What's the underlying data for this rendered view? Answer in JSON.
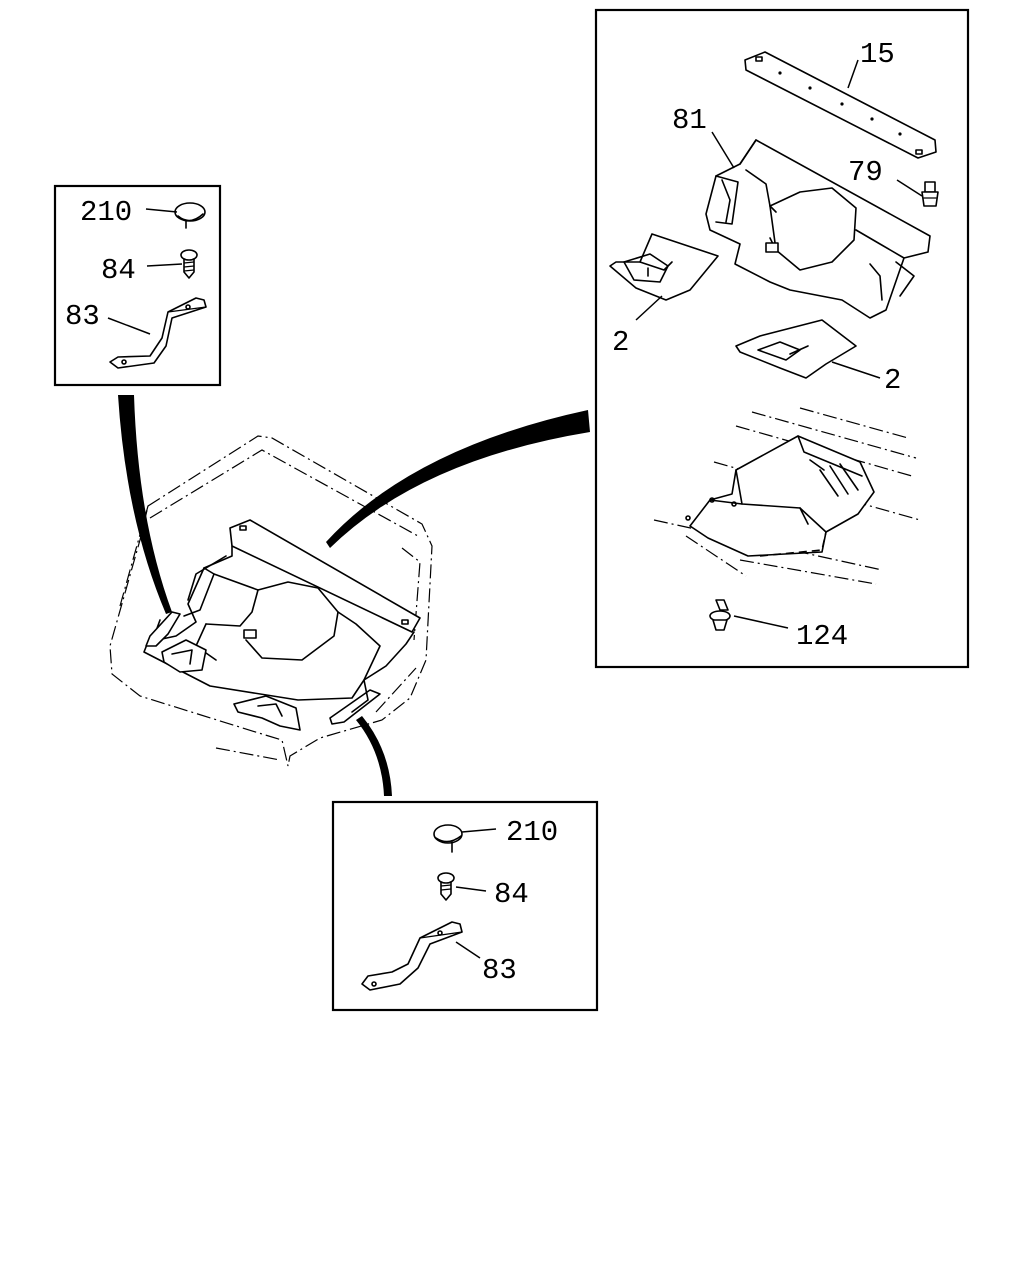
{
  "diagram": {
    "background": "#ffffff",
    "ink": "#000000",
    "panels": {
      "left_inset": {
        "labels": {
          "clip": "210",
          "screw": "84",
          "bracket": "83"
        }
      },
      "right_inset": {
        "labels": {
          "front_panel": "15",
          "insulator": "81",
          "fastener": "79",
          "pad_left": "2",
          "pad_right": "2",
          "clip": "124"
        }
      },
      "bottom_inset": {
        "labels": {
          "clip": "210",
          "screw": "84",
          "bracket": "83"
        }
      }
    }
  }
}
